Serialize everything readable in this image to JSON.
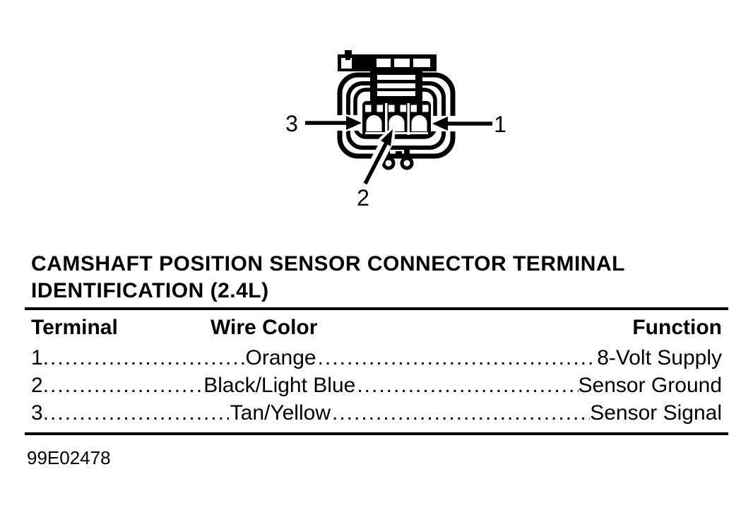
{
  "colors": {
    "ink": "#000000",
    "paper": "#ffffff"
  },
  "diagram": {
    "labels": {
      "terminal1": "1",
      "terminal2": "2",
      "terminal3": "3"
    }
  },
  "heading": {
    "line1": "CAMSHAFT POSITION SENSOR CONNECTOR TERMINAL",
    "line2": "IDENTIFICATION (2.4L)"
  },
  "table": {
    "headers": {
      "terminal": "Terminal",
      "wire_color": "Wire Color",
      "function": "Function"
    },
    "rows": [
      {
        "terminal": "1",
        "wire_color": "Orange",
        "function": "8-Volt Supply"
      },
      {
        "terminal": "2",
        "wire_color": "Black/Light Blue",
        "function": "Sensor Ground"
      },
      {
        "terminal": "3",
        "wire_color": "Tan/Yellow",
        "function": "Sensor Signal"
      }
    ]
  },
  "footer": {
    "figure_code": "99E02478"
  }
}
